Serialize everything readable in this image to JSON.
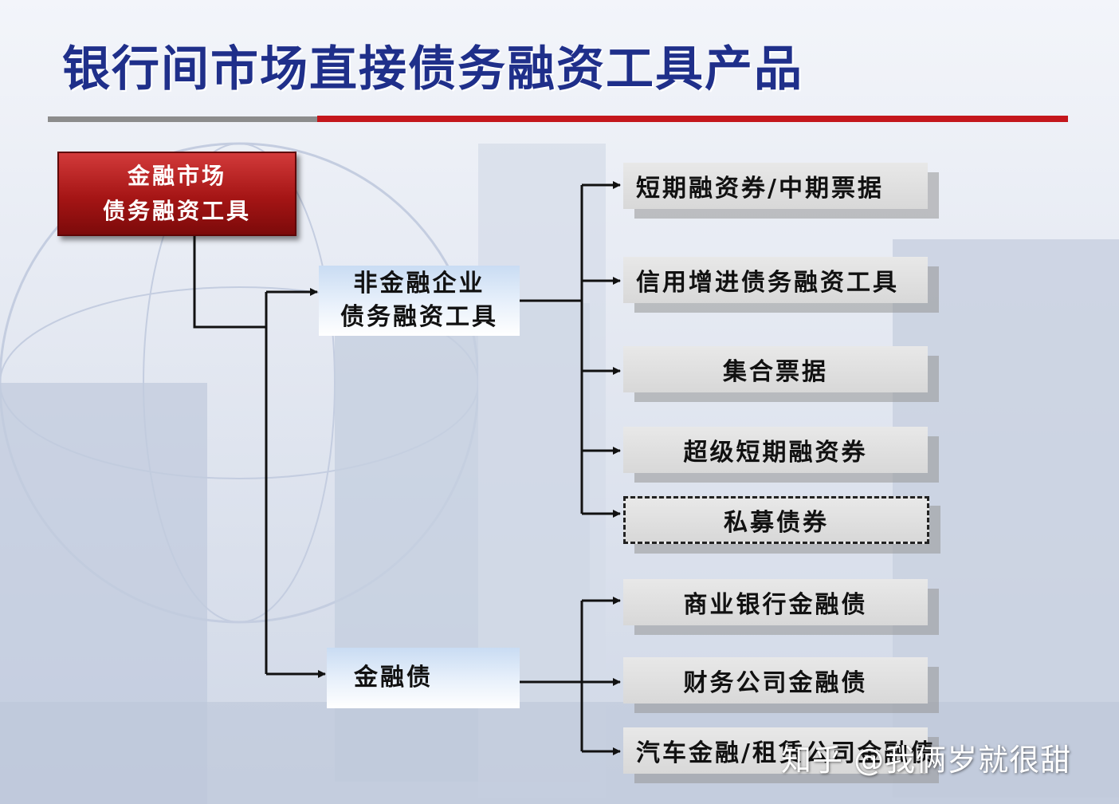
{
  "title": "银行间市场直接债务融资工具产品",
  "root": {
    "line1": "金融市场",
    "line2": "债务融资工具"
  },
  "groups": [
    {
      "line1": "非金融企业",
      "line2": "债务融资工具"
    },
    {
      "line1": "金融债"
    }
  ],
  "leaves": [
    {
      "label": "短期融资券/中期票据"
    },
    {
      "label": "信用增进债务融资工具"
    },
    {
      "label": "集合票据"
    },
    {
      "label": "超级短期融资券"
    },
    {
      "label": "私募债券",
      "style": "dashed"
    },
    {
      "label": "商业银行金融债"
    },
    {
      "label": "财务公司金融债"
    },
    {
      "label": "汽车金融/租赁公司金融债"
    }
  ],
  "watermark": "知乎 @我俩岁就很甜",
  "colors": {
    "title": "#1f2f8a",
    "rule_red": "#c4161c",
    "root_fill": "#a51515",
    "group_fill": "#c9dcf3",
    "leaf_fill": "#d8d8d8"
  }
}
